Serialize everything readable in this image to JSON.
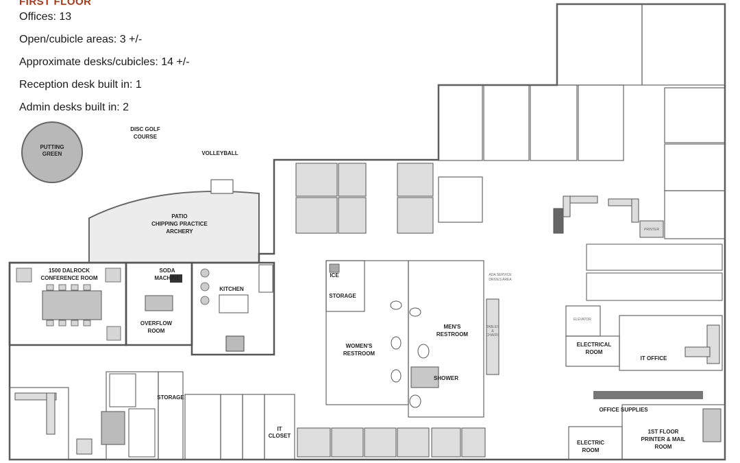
{
  "heading": "FIRST FLOOR",
  "stats": [
    "Offices: 13",
    "Open/cubicle areas: 3 +/-",
    "Approximate desks/cubicles: 14 +/-",
    "Reception desk built in: 1",
    "Admin desks built in: 2"
  ],
  "rooms": {
    "disc_golf_1": "DISC GOLF",
    "disc_golf_2": "COURSE",
    "putting_1": "PUTTING",
    "putting_2": "GREEN",
    "volleyball": "VOLLEYBALL",
    "patio_1": "PATIO",
    "patio_2": "CHIPPING PRACTICE",
    "patio_3": "ARCHERY",
    "conference_1": "1500 DALROCK",
    "conference_2": "CONFERENCE ROOM",
    "soda_1": "SODA",
    "soda_2": "MACHINE",
    "kitchen": "KITCHEN",
    "overflow_1": "OVERFLOW",
    "overflow_2": "ROOM",
    "ice": "ICE",
    "storage_upper": "STORAGE",
    "womens_1": "WOMEN'S",
    "womens_2": "RESTROOM",
    "mens_1": "MEN'S",
    "mens_2": "RESTROOM",
    "shower": "SHOWER",
    "tables_1": "TABLES",
    "tables_2": "&",
    "tables_3": "CHAIRS",
    "ada_1": "ADA SERVICE",
    "ada_2": "DRIVES AREA",
    "printer": "PRINTER",
    "elevator": "ELEVATOR",
    "electrical_1": "ELECTRICAL",
    "electrical_2": "ROOM",
    "it_office": "IT OFFICE",
    "office_supplies": "OFFICE SUPPLIES",
    "electric_1": "ELECTRIC",
    "electric_2": "ROOM",
    "printer_mail_1": "1ST FLOOR",
    "printer_mail_2": "PRINTER & MAIL",
    "printer_mail_3": "ROOM",
    "it_closet_1": "IT",
    "it_closet_2": "CLOSET",
    "storage_lower": "STORAGE"
  }
}
